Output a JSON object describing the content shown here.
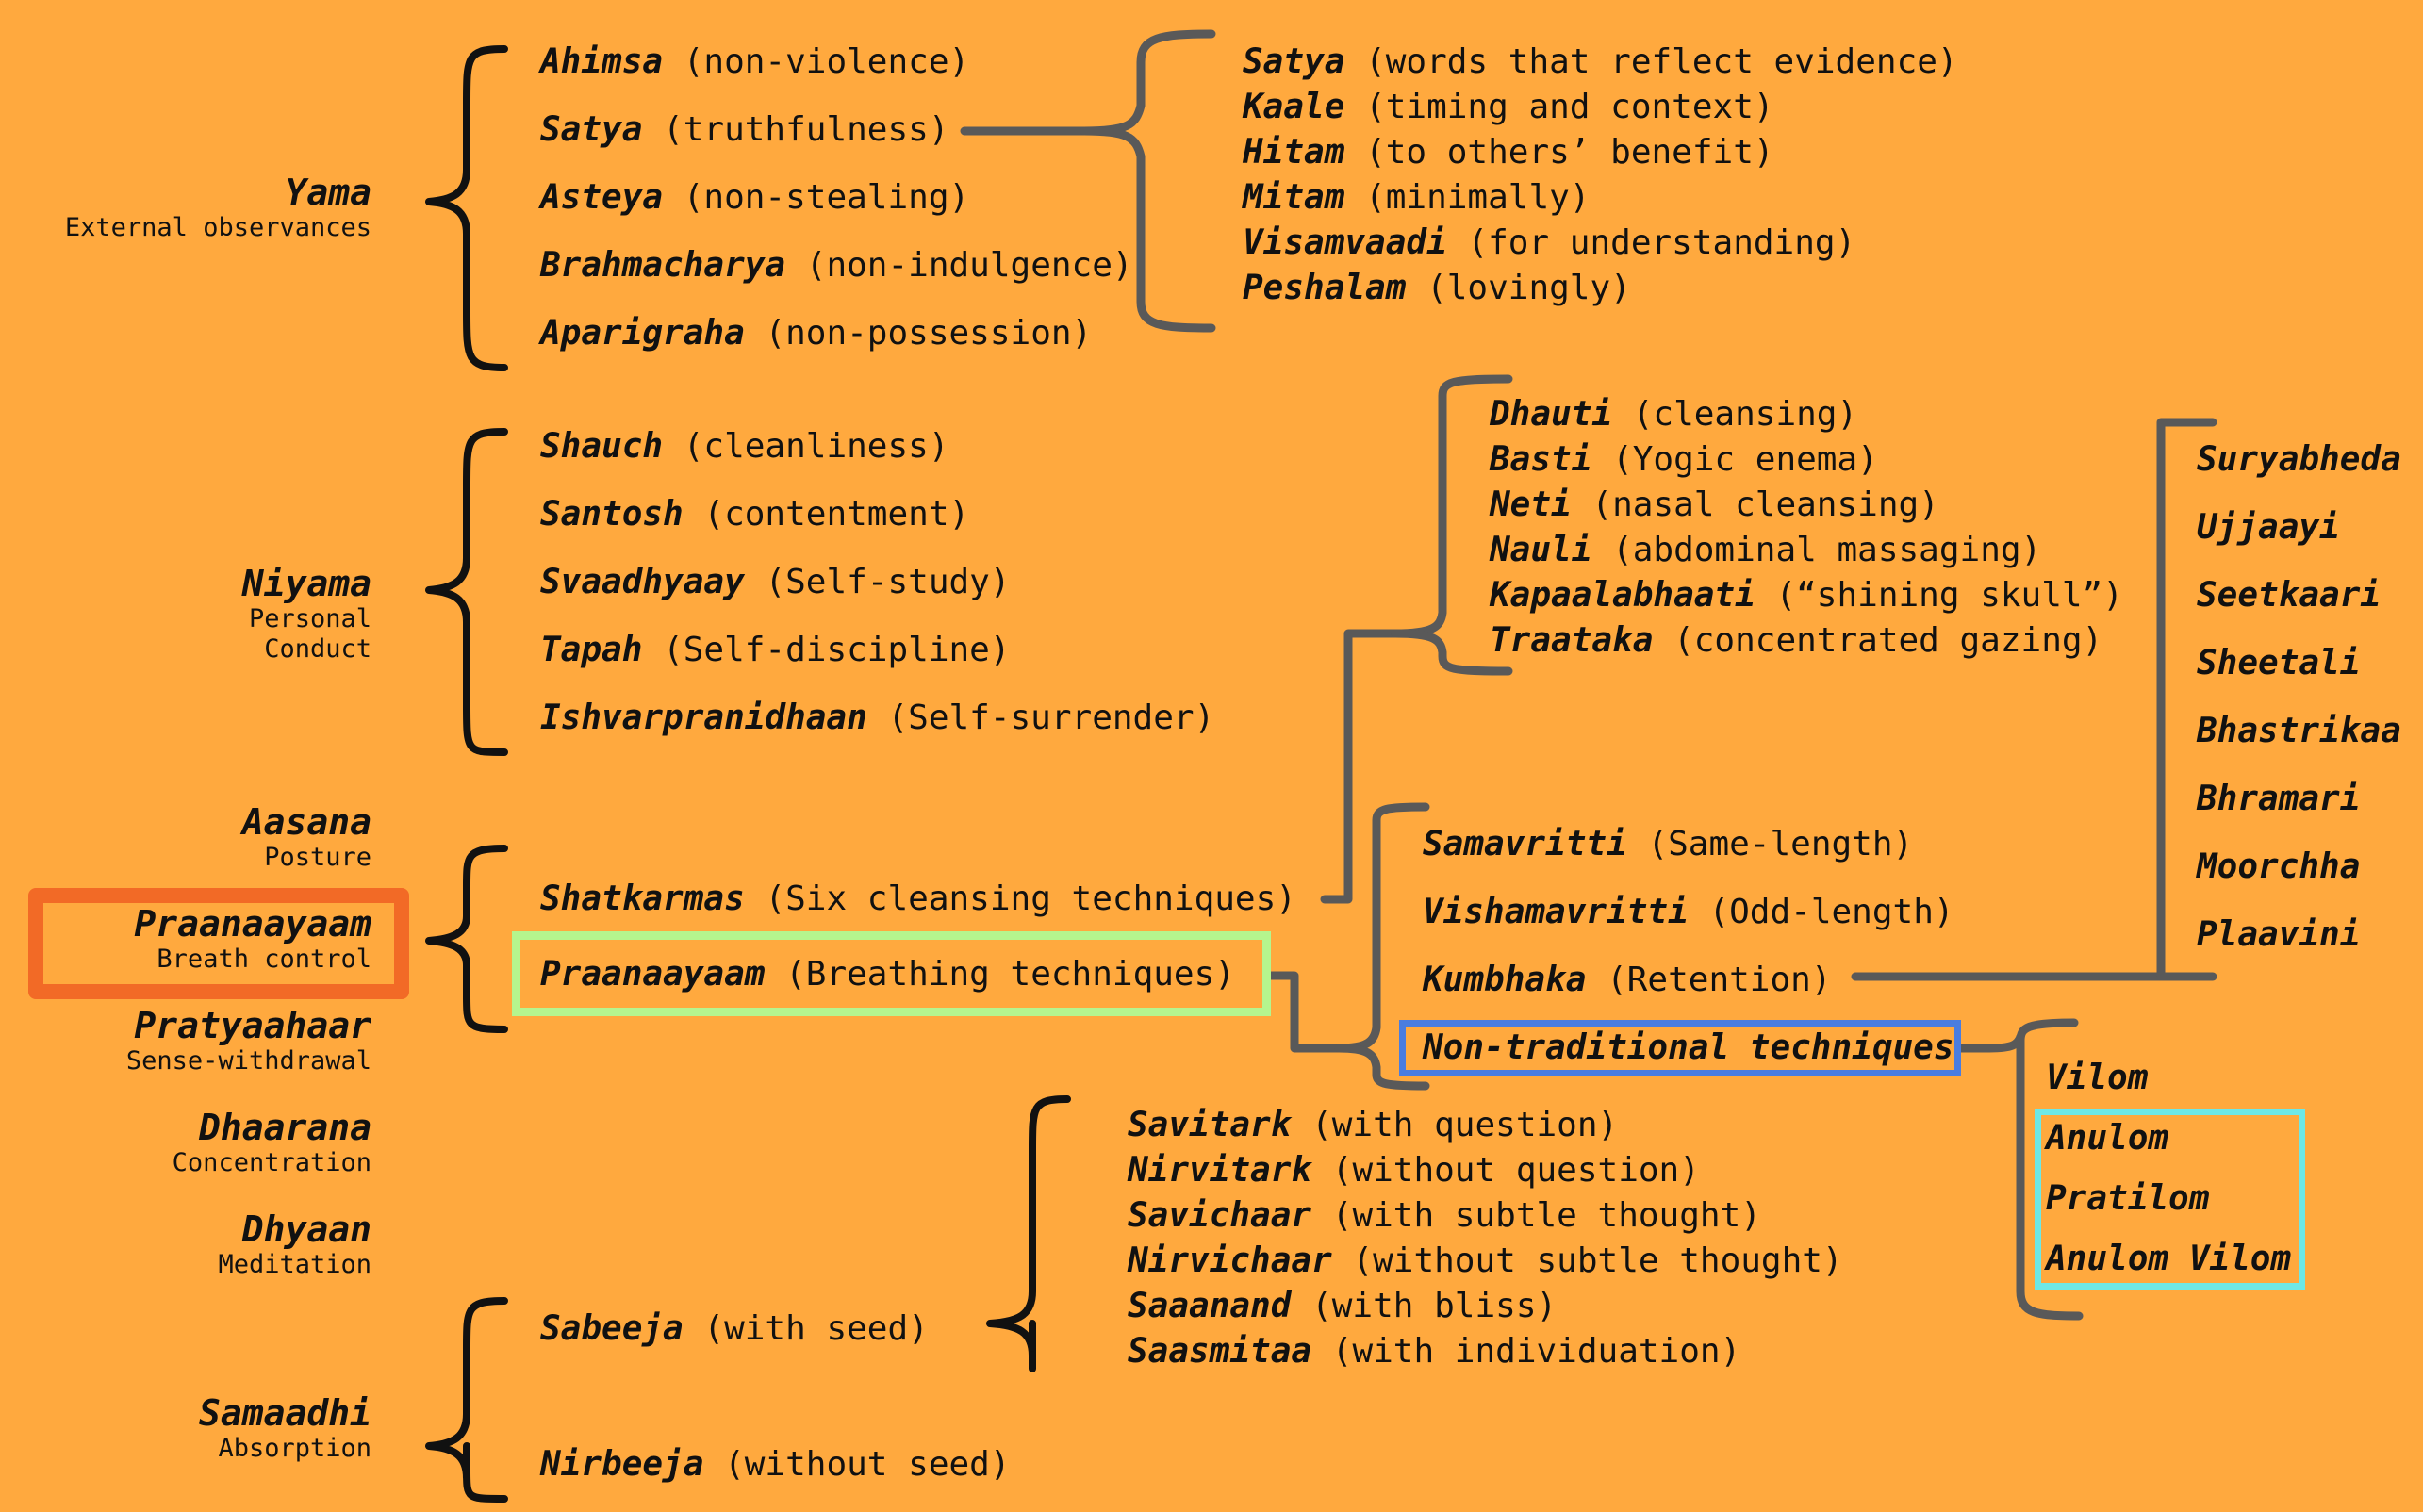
{
  "limbs": [
    {
      "name": "Yama",
      "sub": "External observances"
    },
    {
      "name": "Niyama",
      "sub": "Personal Conduct"
    },
    {
      "name": "Aasana",
      "sub": "Posture"
    },
    {
      "name": "Praanaayaam",
      "sub": "Breath control"
    },
    {
      "name": "Pratyaahaar",
      "sub": "Sense-withdrawal"
    },
    {
      "name": "Dhaarana",
      "sub": "Concentration"
    },
    {
      "name": "Dhyaan",
      "sub": "Meditation"
    },
    {
      "name": "Samaadhi",
      "sub": "Absorption"
    }
  ],
  "yama_items": [
    {
      "term": "Ahimsa",
      "desc": "(non-violence)"
    },
    {
      "term": "Satya",
      "desc": "(truthfulness)"
    },
    {
      "term": "Asteya",
      "desc": "(non-stealing)"
    },
    {
      "term": "Brahmacharya",
      "desc": "(non-indulgence)"
    },
    {
      "term": "Aparigraha",
      "desc": "(non-possession)"
    }
  ],
  "satya_items": [
    {
      "term": "Satya",
      "desc": "(words that reflect evidence)"
    },
    {
      "term": "Kaale",
      "desc": "(timing and context)"
    },
    {
      "term": "Hitam",
      "desc": "(to others’ benefit)"
    },
    {
      "term": "Mitam",
      "desc": "(minimally)"
    },
    {
      "term": "Visamvaadi",
      "desc": "(for understanding)"
    },
    {
      "term": "Peshalam",
      "desc": "(lovingly)"
    }
  ],
  "niyama_items": [
    {
      "term": "Shauch",
      "desc": "(cleanliness)"
    },
    {
      "term": "Santosh",
      "desc": "(contentment)"
    },
    {
      "term": "Svaadhyaay",
      "desc": "(Self-study)"
    },
    {
      "term": "Tapah",
      "desc": "(Self-discipline)"
    },
    {
      "term": "Ishvarpranidhaan",
      "desc": "(Self-surrender)"
    }
  ],
  "pranayama_items": [
    {
      "term": "Shatkarmas",
      "desc": "(Six cleansing techniques)"
    },
    {
      "term": "Praanaayaam",
      "desc": "(Breathing techniques)"
    }
  ],
  "shatkarma_items": [
    {
      "term": "Dhauti",
      "desc": "(cleansing)"
    },
    {
      "term": "Basti",
      "desc": "(Yogic enema)"
    },
    {
      "term": "Neti",
      "desc": "(nasal cleansing)"
    },
    {
      "term": "Nauli",
      "desc": "(abdominal massaging)"
    },
    {
      "term": "Kapaalabhaati",
      "desc": "(“shining skull”)"
    },
    {
      "term": "Traataka",
      "desc": "(concentrated gazing)"
    }
  ],
  "breathing_items": [
    {
      "term": "Samavritti",
      "desc": "(Same-length)"
    },
    {
      "term": "Vishamavritti",
      "desc": "(Odd-length)"
    },
    {
      "term": "Kumbhaka",
      "desc": "(Retention)"
    },
    {
      "term": "Non-traditional techniques",
      "desc": ""
    }
  ],
  "kumbhaka_items": [
    "Suryabheda",
    "Ujjaayi",
    "Seetkaari",
    "Sheetali",
    "Bhastrikaa",
    "Bhramari",
    "Moorchha",
    "Plaavini"
  ],
  "nontraditional_items": [
    "Vilom",
    "Anulom",
    "Pratilom",
    "Anulom Vilom"
  ],
  "samaadhi_items": [
    {
      "term": "Sabeeja",
      "desc": "(with seed)"
    },
    {
      "term": "Nirbeeja",
      "desc": "(without seed)"
    }
  ],
  "sabeeja_items": [
    {
      "term": "Savitark",
      "desc": "(with question)"
    },
    {
      "term": "Nirvitark",
      "desc": "(without question)"
    },
    {
      "term": "Savichaar",
      "desc": "(with subtle thought)"
    },
    {
      "term": "Nirvichaar",
      "desc": "(without subtle thought)"
    },
    {
      "term": "Saaanand",
      "desc": "(with bliss)"
    },
    {
      "term": "Saasmitaa",
      "desc": "(with individuation)"
    }
  ],
  "colors": {
    "background": "#ffa93e",
    "text": "#111111",
    "black_brace": "#111111",
    "gray_brace": "#595959",
    "highlight_limb": "#f26a26",
    "highlight_breathing": "#b5f58e",
    "highlight_nontraditional": "#4a7de0",
    "highlight_anulom": "#6ee8e6"
  }
}
